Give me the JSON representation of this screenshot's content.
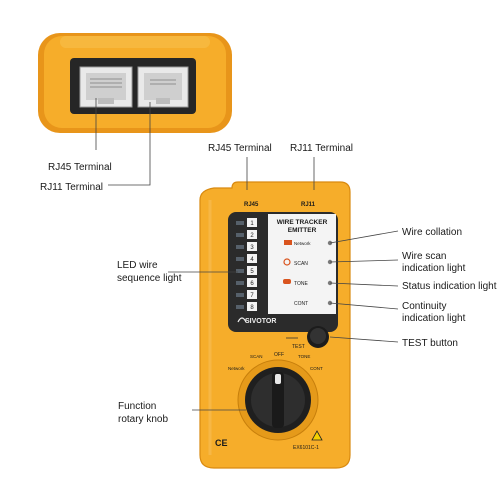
{
  "callouts": {
    "rj45_terminal_left": "RJ45 Terminal",
    "rj11_terminal_left": "RJ11 Terminal",
    "rj45_terminal_top": "RJ45 Terminal",
    "rj11_terminal_top": "RJ11 Terminal",
    "led_line1": "LED wire",
    "led_line2": "sequence light",
    "function_line1": "Function",
    "function_line2": "rotary knob",
    "wire_collation": "Wire collation",
    "wire_scan_line1": "Wire scan",
    "wire_scan_line2": "indication light",
    "status_light": "Status indication light",
    "continuity_line1": "Continuity",
    "continuity_line2": "indication light",
    "test_button": "TEST button"
  },
  "device": {
    "port_rj45": "RJ45",
    "port_rj11": "RJ11",
    "title_line1": "WIRE TRACKER",
    "title_line2": "EMITTER",
    "mode_network": "Network",
    "mode_scan": "SCAN",
    "mode_tone": "TONE",
    "mode_cont": "CONT",
    "brand": "SIVOTOR",
    "test_label": "TEST",
    "knob_network": "Network",
    "knob_scan": "SCAN",
    "knob_off": "OFF",
    "knob_tone": "TONE",
    "knob_cont": "CONT",
    "ce_mark": "CE",
    "model": "EX6101C-1",
    "led_numbers": [
      "1",
      "2",
      "3",
      "4",
      "5",
      "6",
      "7",
      "8"
    ]
  },
  "colors": {
    "body": "#f6ad2a",
    "body_dark": "#e39412",
    "panel": "#2b2b2b",
    "led": "#56606a"
  }
}
